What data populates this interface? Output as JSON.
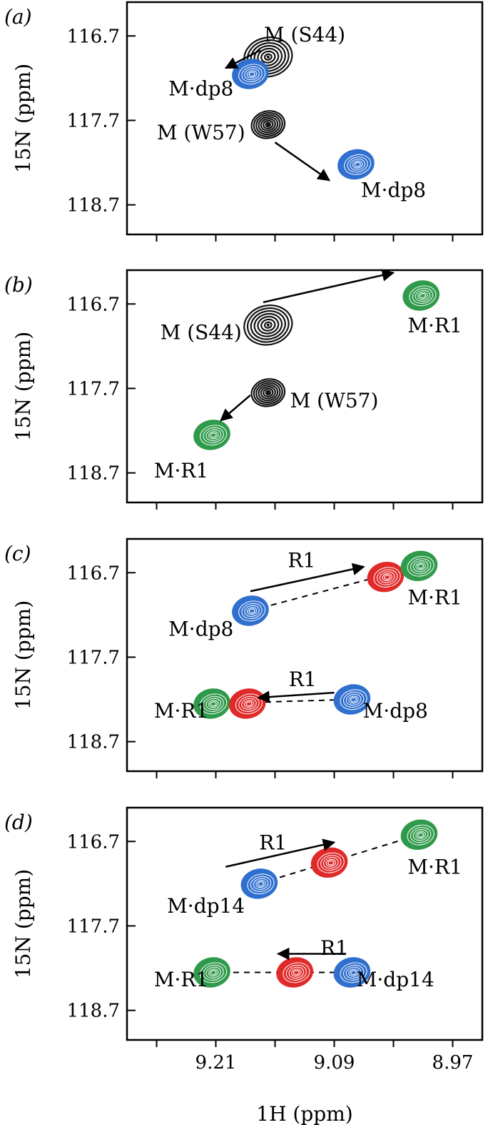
{
  "colors": {
    "free": "#111111",
    "dp8": "#2f6fce",
    "dp14": "#2f6fce",
    "R1": "#2f9a4a",
    "ternary": "#e02a2a"
  },
  "chart_data": [
    {
      "type": "scatter",
      "panel": "(a)",
      "xlabel": "",
      "ylabel": "15N (ppm)",
      "xlim": [
        9.3,
        8.94
      ],
      "ylim": [
        116.3,
        119.05
      ],
      "y_ticks": [
        "116.7",
        "117.7",
        "118.7"
      ],
      "x_ticks": [
        "9.21",
        "9.09",
        "8.97"
      ],
      "peaks": [
        {
          "x": 9.157,
          "y": 116.95,
          "color": "free",
          "label": "M (S44)",
          "label_x": 9.12,
          "label_y": 116.68,
          "size": 1.3
        },
        {
          "x": 9.175,
          "y": 117.15,
          "color": "dp8",
          "label": "M·dp8",
          "label_x": 9.225,
          "label_y": 117.32
        },
        {
          "x": 9.157,
          "y": 117.75,
          "color": "free",
          "label": "M (W57)",
          "label_x": 9.225,
          "label_y": 117.84,
          "size": 0.9
        },
        {
          "x": 9.068,
          "y": 118.22,
          "color": "dp8",
          "label": "M·dp8",
          "label_x": 9.03,
          "label_y": 118.52
        }
      ],
      "arrows": [
        {
          "from": [
            9.165,
            116.87
          ],
          "to": [
            9.2,
            117.08
          ]
        },
        {
          "from": [
            9.15,
            117.96
          ],
          "to": [
            9.095,
            118.41
          ]
        }
      ],
      "dashes": []
    },
    {
      "type": "scatter",
      "panel": "(b)",
      "xlabel": "",
      "ylabel": "15N (ppm)",
      "xlim": [
        9.3,
        8.94
      ],
      "ylim": [
        116.3,
        119.05
      ],
      "y_ticks": [
        "116.7",
        "117.7",
        "118.7"
      ],
      "x_ticks": [
        "9.21",
        "9.09",
        "8.97"
      ],
      "peaks": [
        {
          "x": 9.157,
          "y": 116.95,
          "color": "free",
          "label": "M (S44)",
          "label_x": 9.225,
          "label_y": 117.03,
          "size": 1.3
        },
        {
          "x": 9.002,
          "y": 116.6,
          "color": "R1",
          "label": "M·R1",
          "label_x": 8.988,
          "label_y": 116.95
        },
        {
          "x": 9.157,
          "y": 117.75,
          "color": "free",
          "label": "M (W57)",
          "label_x": 9.09,
          "label_y": 117.84,
          "size": 0.9
        },
        {
          "x": 9.214,
          "y": 118.25,
          "color": "R1",
          "label": "M·R1",
          "label_x": 9.245,
          "label_y": 118.67
        }
      ],
      "arrows": [
        {
          "from": [
            9.162,
            116.68
          ],
          "to": [
            9.03,
            116.33
          ]
        },
        {
          "from": [
            9.175,
            117.78
          ],
          "to": [
            9.205,
            118.08
          ]
        }
      ],
      "dashes": []
    },
    {
      "type": "scatter",
      "panel": "(c)",
      "xlabel": "",
      "ylabel": "15N (ppm)",
      "xlim": [
        9.3,
        8.94
      ],
      "ylim": [
        116.3,
        119.05
      ],
      "y_ticks": [
        "116.7",
        "117.7",
        "118.7"
      ],
      "x_ticks": [
        "9.21",
        "9.09",
        "8.97"
      ],
      "peaks": [
        {
          "x": 9.175,
          "y": 117.15,
          "color": "dp8",
          "label": "M·dp8",
          "label_x": 9.225,
          "label_y": 117.36
        },
        {
          "x": 9.038,
          "y": 116.75,
          "color": "ternary",
          "label": "",
          "label_x": 0,
          "label_y": 0
        },
        {
          "x": 9.004,
          "y": 116.62,
          "color": "R1",
          "label": "M·R1",
          "label_x": 8.988,
          "label_y": 116.99
        },
        {
          "x": 9.214,
          "y": 118.25,
          "color": "R1",
          "label": "M·R1",
          "label_x": 9.245,
          "label_y": 118.33
        },
        {
          "x": 9.178,
          "y": 118.25,
          "color": "ternary",
          "label": "",
          "label_x": 0,
          "label_y": 0
        },
        {
          "x": 9.072,
          "y": 118.2,
          "color": "dp8",
          "label": "M·dp8",
          "label_x": 9.028,
          "label_y": 118.33
        }
      ],
      "labels": [
        {
          "text": "R1",
          "x": 9.123,
          "y": 116.55
        },
        {
          "text": "R1",
          "x": 9.122,
          "y": 117.96
        }
      ],
      "arrows": [
        {
          "from": [
            9.175,
            116.92
          ],
          "to": [
            9.06,
            116.63
          ]
        },
        {
          "from": [
            9.09,
            118.12
          ],
          "to": [
            9.167,
            118.18
          ]
        }
      ],
      "dashes": [
        {
          "from": [
            9.175,
            117.15
          ],
          "to": [
            9.004,
            116.62
          ]
        },
        {
          "from": [
            9.214,
            118.25
          ],
          "to": [
            9.072,
            118.2
          ]
        }
      ]
    },
    {
      "type": "scatter",
      "panel": "(d)",
      "xlabel": "1H (ppm)",
      "ylabel": "15N (ppm)",
      "xlim": [
        9.3,
        8.94
      ],
      "ylim": [
        116.3,
        119.05
      ],
      "y_ticks": [
        "116.7",
        "117.7",
        "118.7"
      ],
      "x_ticks": [
        "9.21",
        "9.09",
        "8.97"
      ],
      "peaks": [
        {
          "x": 9.166,
          "y": 117.2,
          "color": "dp14",
          "label": "M·dp14",
          "label_x": 9.22,
          "label_y": 117.46
        },
        {
          "x": 9.095,
          "y": 116.95,
          "color": "ternary",
          "label": "",
          "label_x": 0,
          "label_y": 0
        },
        {
          "x": 9.004,
          "y": 116.62,
          "color": "R1",
          "label": "M·R1",
          "label_x": 8.988,
          "label_y": 117.0
        },
        {
          "x": 9.214,
          "y": 118.25,
          "color": "R1",
          "label": "M·R1",
          "label_x": 9.245,
          "label_y": 118.33
        },
        {
          "x": 9.13,
          "y": 118.25,
          "color": "ternary",
          "label": "",
          "label_x": 0,
          "label_y": 0
        },
        {
          "x": 9.072,
          "y": 118.25,
          "color": "dp14",
          "label": "M·dp14",
          "label_x": 9.028,
          "label_y": 118.33
        }
      ],
      "labels": [
        {
          "text": "R1",
          "x": 9.152,
          "y": 116.71
        },
        {
          "text": "R1",
          "x": 9.09,
          "y": 117.96
        }
      ],
      "arrows": [
        {
          "from": [
            9.2,
            117.0
          ],
          "to": [
            9.09,
            116.71
          ]
        },
        {
          "from": [
            9.078,
            118.03
          ],
          "to": [
            9.147,
            118.03
          ]
        }
      ],
      "dashes": [
        {
          "from": [
            9.166,
            117.2
          ],
          "to": [
            9.004,
            116.62
          ]
        },
        {
          "from": [
            9.214,
            118.25
          ],
          "to": [
            9.072,
            118.25
          ]
        }
      ]
    }
  ]
}
